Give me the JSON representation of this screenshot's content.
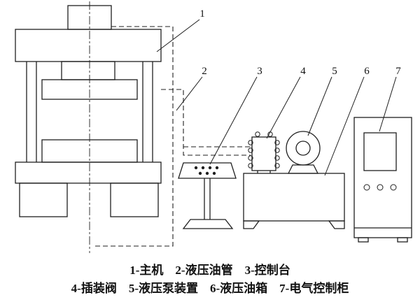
{
  "diagram": {
    "parts": [
      {
        "number": "1",
        "name": "主机"
      },
      {
        "number": "2",
        "name": "液压油管"
      },
      {
        "number": "3",
        "name": "控制台"
      },
      {
        "number": "4",
        "name": "插装阀"
      },
      {
        "number": "5",
        "name": "液压泵装置"
      },
      {
        "number": "6",
        "name": "液压油箱"
      },
      {
        "number": "7",
        "name": "电气控制柜"
      }
    ],
    "caption": {
      "line1": "1-主机　2-液压油管　3-控制台",
      "line2": "4-插装阀　5-液压泵装置　6-液压油箱　7-电气控制柜"
    },
    "colors": {
      "ink": "#1f1f1f",
      "background": "#ffffff"
    }
  }
}
